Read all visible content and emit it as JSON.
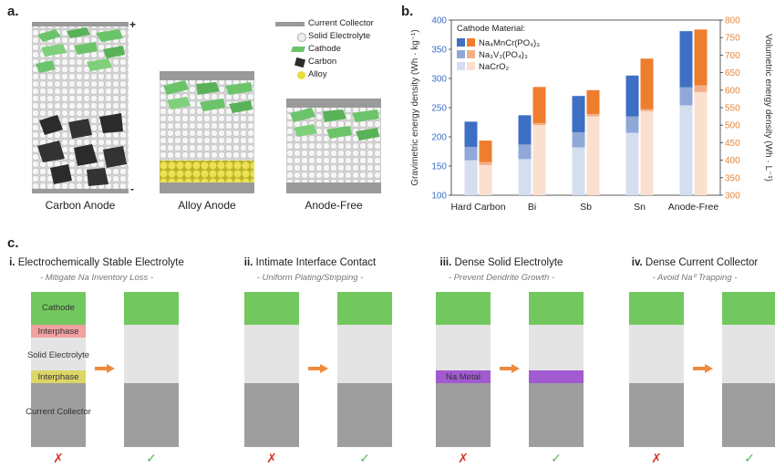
{
  "panel_a": {
    "label": "a.",
    "plus": "+",
    "minus": "-",
    "anodes": [
      "Carbon Anode",
      "Alloy Anode",
      "Anode-Free"
    ],
    "legend": [
      {
        "label": "Current Collector",
        "icon": "collector-icon"
      },
      {
        "label": "Solid Electrolyte",
        "icon": "sphere-icon"
      },
      {
        "label": "Cathode",
        "icon": "cathode-icon"
      },
      {
        "label": "Carbon",
        "icon": "carbon-icon"
      },
      {
        "label": "Alloy",
        "icon": "alloy-icon"
      }
    ],
    "colors": {
      "cathode": "#6cc46a",
      "electrolyte": "#e6e6e6",
      "carbon": "#2b2b2b",
      "alloy": "#e7dc3a",
      "collector": "#9a9a9a"
    }
  },
  "panel_b": {
    "label": "b."
  },
  "chart_data": {
    "type": "bar",
    "categories": [
      "Hard Carbon",
      "Bi",
      "Sb",
      "Sn",
      "Anode-Free"
    ],
    "left_axis": {
      "label": "Gravimetric energy density (Wh · kg⁻¹)",
      "ylim": [
        100,
        400
      ],
      "ticks": [
        100,
        150,
        200,
        250,
        300,
        350,
        400
      ],
      "color": "#3d6fc4"
    },
    "right_axis": {
      "label": "Volumetric energy density (Wh · L⁻¹)",
      "ylim": [
        300,
        800
      ],
      "ticks": [
        300,
        350,
        400,
        450,
        500,
        550,
        600,
        650,
        700,
        750,
        800
      ],
      "color": "#e6853a"
    },
    "legend_title": "Cathode Material:",
    "legend_labels": [
      "Na₄MnCr(PO₄)₃",
      "Na₃V₂(PO₄)₃",
      "NaCrO₂"
    ],
    "series": [
      {
        "name": "Na₄MnCr(PO₄)₃",
        "gravimetric": [
          226,
          237,
          270,
          305,
          381
        ],
        "volumetric": [
          456,
          609,
          600,
          690,
          773
        ]
      },
      {
        "name": "Na₃V₂(PO₄)₃",
        "gravimetric": [
          183,
          187,
          208,
          235,
          285
        ],
        "volumetric": [
          395,
          506,
          532,
          546,
          614
        ]
      },
      {
        "name": "NaCrO₂",
        "gravimetric": [
          160,
          162,
          182,
          207,
          254
        ],
        "volumetric": [
          386,
          500,
          525,
          540,
          595
        ]
      }
    ],
    "colors": {
      "grav": [
        "#3d6fc4",
        "#8fa8d8",
        "#d4def0"
      ],
      "vol": [
        "#ef7d2e",
        "#f2b088",
        "#fbe0cf"
      ]
    }
  },
  "panel_c": {
    "label": "c.",
    "panels": [
      {
        "title_num": "i.",
        "title": "Electrochemically Stable Electrolyte",
        "subtitle": "- Mitigate Na Inventory Loss -"
      },
      {
        "title_num": "ii.",
        "title": "Intimate Interface Contact",
        "subtitle": "- Uniform Plating/Stripping -"
      },
      {
        "title_num": "iii.",
        "title": "Dense Solid Electrolyte",
        "subtitle": "- Prevent Dendrite Growth -"
      },
      {
        "title_num": "iv.",
        "title": "Dense Current Collector",
        "subtitle": "- Avoid Na⁰ Trapping -"
      }
    ],
    "layer_labels": {
      "cathode": "Cathode",
      "interphase": "Interphase",
      "electrolyte": "Solid Electrolyte",
      "collector": "Current Collector",
      "na_metal": "Na Metal"
    },
    "bad_mark": "✗",
    "good_mark": "✓",
    "colors": {
      "cathode": "#72c85e",
      "interphase_top": "#f2a0a0",
      "interphase_bot": "#dcd667",
      "electrolyte": "#e4e4e4",
      "collector": "#9e9e9e",
      "na_metal": "#a25ad0",
      "arrow": "#ee8a3d",
      "bad": "#d9362b",
      "good": "#5cb85c"
    }
  }
}
